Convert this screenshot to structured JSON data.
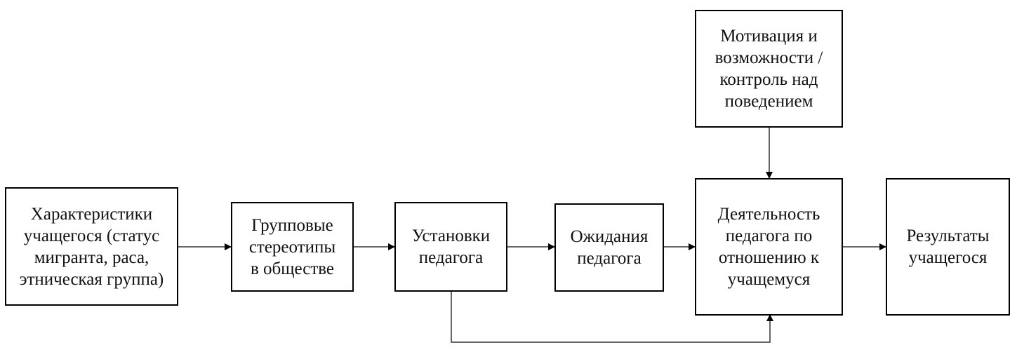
{
  "boxes": {
    "student_characteristics": "Характеристики учащегося (статус мигранта, раса, этническая группа)",
    "group_stereotypes": "Групповые стереотипы в обществе",
    "teacher_attitudes": "Установки педагога",
    "teacher_expectations": "Ожидания педагога",
    "teacher_behavior": "Деятельность педагога по отношению к учащемуся",
    "student_outcomes": "Результаты учащегося",
    "motivation_opportunity": "Мотивация и возможности / контроль над поведением"
  }
}
